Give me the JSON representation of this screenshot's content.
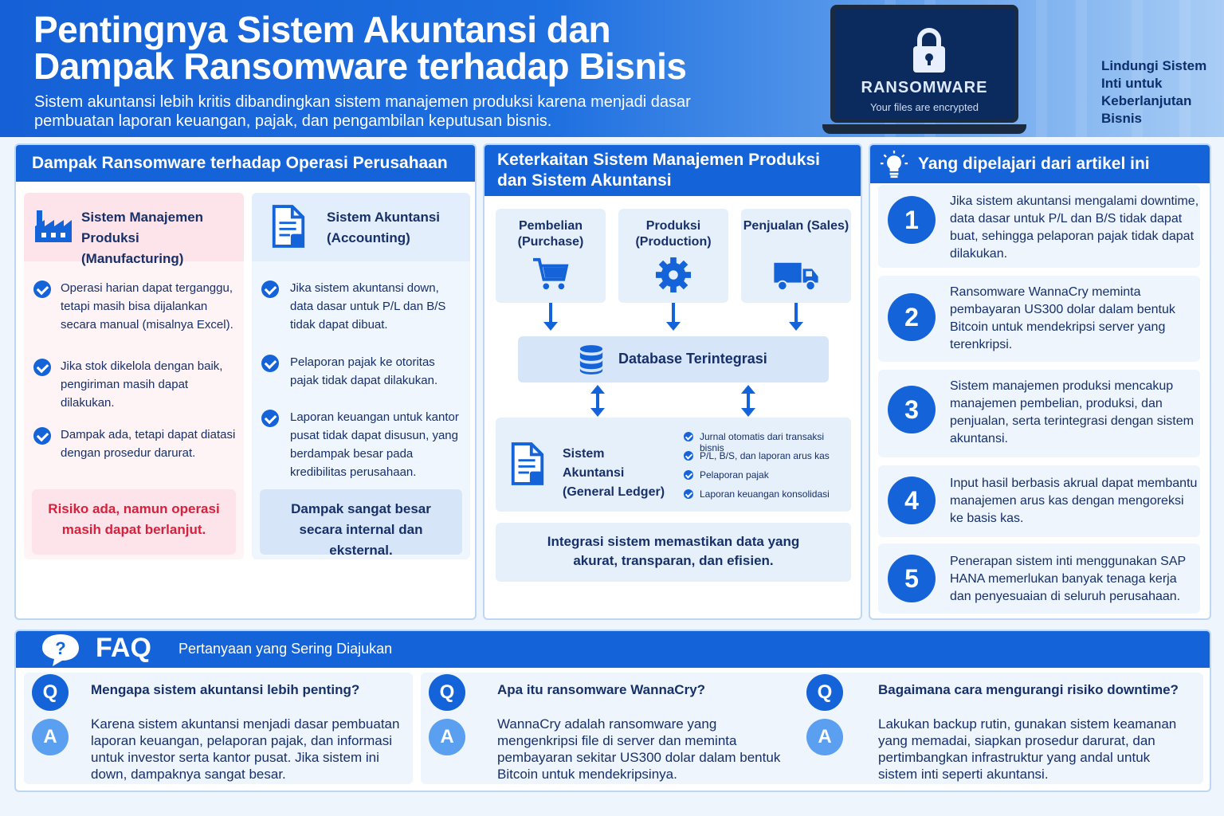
{
  "header": {
    "title_line1": "Pentingnya Sistem Akuntansi dan",
    "title_line2": "Dampak Ransomware terhadap Bisnis",
    "subtitle": "Sistem akuntansi lebih kritis dibandingkan sistem manajemen produksi karena menjadi dasar pembuatan laporan keuangan, pajak, dan pengambilan keputusan bisnis.",
    "screen_title": "RANSOMWARE",
    "screen_subtitle": "Your files are encrypted",
    "side_note": "Lindungi Sistem Inti untuk Keberlanjutan Bisnis"
  },
  "impact": {
    "title": "Dampak Ransomware terhadap Operasi Perusahaan",
    "manufacturing": {
      "title": "Sistem Manajemen Produksi (Manufacturing)",
      "items": [
        "Operasi harian dapat terganggu, tetapi masih bisa dijalankan secara manual (misalnya Excel).",
        "Jika stok dikelola dengan baik, pengiriman masih dapat dilakukan.",
        "Dampak ada, tetapi dapat diatasi dengan prosedur darurat."
      ],
      "summary": "Risiko ada, namun operasi masih dapat berlanjut."
    },
    "accounting": {
      "title": "Sistem Akuntansi (Accounting)",
      "items": [
        "Jika sistem akuntansi down, data dasar untuk P/L dan B/S tidak dapat dibuat.",
        "Pelaporan pajak ke otoritas pajak tidak dapat dilakukan.",
        "Laporan keuangan untuk kantor pusat tidak dapat disusun, yang berdampak besar pada kredibilitas perusahaan."
      ],
      "summary": "Dampak sangat besar secara internal dan eksternal."
    }
  },
  "integration": {
    "title": "Keterkaitan Sistem Manajemen Produksi dan Sistem Akuntansi",
    "flows": [
      "Pembelian (Purchase)",
      "Produksi (Production)",
      "Penjualan (Sales)"
    ],
    "database": "Database Terintegrasi",
    "ledger": "Sistem Akuntansi (General Ledger)",
    "ledger_items": [
      "Jurnal otomatis dari transaksi bisnis",
      "P/L, B/S, dan laporan arus kas",
      "Pelaporan pajak",
      "Laporan keuangan konsolidasi"
    ],
    "conclusion": "Integrasi sistem memastikan data yang akurat, transparan, dan efisien."
  },
  "learn": {
    "title": "Yang dipelajari dari artikel ini",
    "items": [
      {
        "num": "1",
        "text": "Jika sistem akuntansi mengalami downtime, data dasar untuk P/L dan B/S tidak dapat buat, sehingga pelaporan pajak tidak dapat dilakukan."
      },
      {
        "num": "2",
        "text": "Ransomware WannaCry meminta pembayaran US300 dolar dalam bentuk Bitcoin untuk mendekripsi server yang terenkripsi."
      },
      {
        "num": "3",
        "text": "Sistem manajemen produksi mencakup manajemen pembelian, produksi, dan penjualan, serta terintegrasi dengan sistem akuntansi."
      },
      {
        "num": "4",
        "text": "Input hasil berbasis akrual dapat membantu manajemen arus kas dengan mengoreksi ke basis kas."
      },
      {
        "num": "5",
        "text": "Penerapan sistem inti menggunakan SAP HANA memerlukan banyak tenaga kerja dan penyesuaian di seluruh perusahaan."
      }
    ]
  },
  "faq": {
    "title": "FAQ",
    "subtitle": "Pertanyaan yang Sering Diajukan",
    "q_marker": "Q",
    "a_marker": "A",
    "items": [
      {
        "q": "Mengapa sistem akuntansi lebih penting?",
        "a": "Karena sistem akuntansi menjadi dasar pembuatan laporan keuangan, pelaporan pajak, dan informasi untuk investor serta kantor pusat. Jika sistem ini down, dampaknya sangat besar."
      },
      {
        "q": "Apa itu ransomware WannaCry?",
        "a": "WannaCry adalah ransomware yang mengenkripsi file di server dan meminta pembayaran sekitar US300 dolar dalam bentuk Bitcoin untuk mendekripsinya."
      },
      {
        "q": "Bagaimana cara mengurangi risiko downtime?",
        "a": "Lakukan backup rutin, gunakan sistem keamanan yang memadai, siapkan prosedur darurat, dan pertimbangkan infrastruktur yang andal untuk sistem inti seperti akuntansi."
      }
    ]
  },
  "colors": {
    "primary": "#1463d8",
    "risk_bg": "#fde4ea",
    "risk_text": "#d8203c",
    "light_bg": "#e6f0fb"
  },
  "icons": [
    "lock-icon",
    "factory-icon",
    "document-icon",
    "cart-icon",
    "gear-icon",
    "truck-icon",
    "database-icon",
    "ledger-icon",
    "lightbulb-icon",
    "chat-question-icon"
  ]
}
